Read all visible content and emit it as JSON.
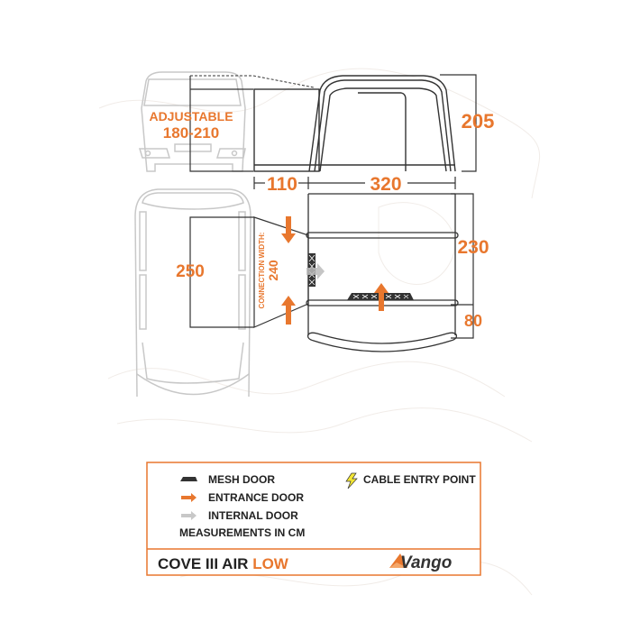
{
  "diagram": {
    "adjustable_label": "ADJUSTABLE",
    "adjustable_range": "180-210",
    "height": "205",
    "awning_length": "110",
    "tent_length": "320",
    "tent_width": "230",
    "canopy_depth": "80",
    "vehicle_width": "250",
    "connection_label": "CONNECTION WIDTH:",
    "connection_width": "240"
  },
  "legend": {
    "mesh_door": "MESH DOOR",
    "entrance_door": "ENTRANCE DOOR",
    "internal_door": "INTERNAL DOOR",
    "cable_entry": "CABLE ENTRY POINT",
    "measurements_note": "MEASUREMENTS IN CM"
  },
  "product": {
    "name": "COVE III AIR",
    "variant": "LOW",
    "brand": "Vango"
  },
  "colors": {
    "accent": "#e8772e",
    "line": "#333333",
    "vehicle": "#c8c8c8"
  }
}
